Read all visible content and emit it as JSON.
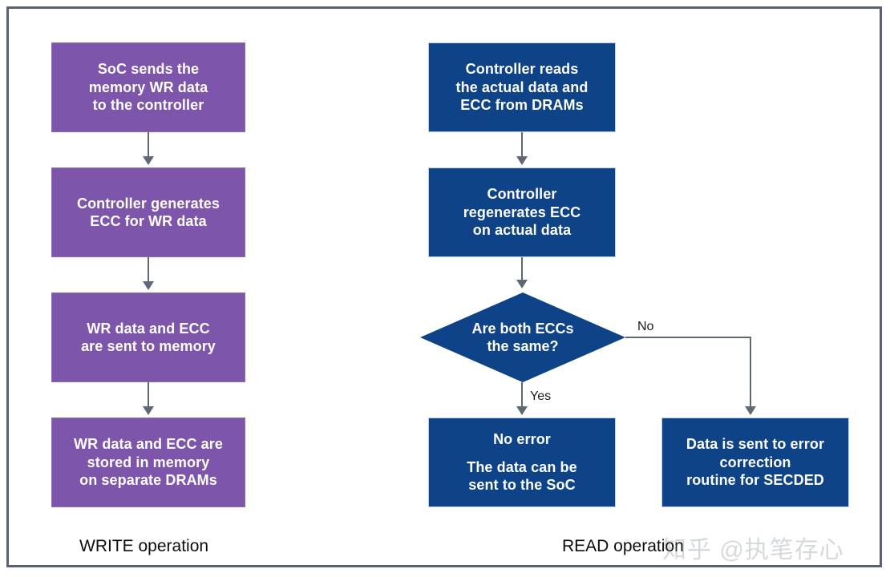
{
  "diagram": {
    "title_write": "WRITE operation",
    "title_read": "READ operation",
    "colors": {
      "write_node_fill": "#7d56ab",
      "write_node_border": "#8e6bb8",
      "read_node_fill": "#0e4487",
      "read_node_border": "#bcd2e8",
      "connector": "#5f6873",
      "frame_border": "#5a6271",
      "background": "#ffffff",
      "label_text": "#1a1a1a",
      "node_text": "#ffffff"
    },
    "write_flow": {
      "nodes": [
        {
          "id": "soc-sends",
          "lines": [
            "SoC sends the",
            "memory WR data",
            "to the controller"
          ]
        },
        {
          "id": "controller-generates-ecc",
          "lines": [
            "Controller generates",
            "ECC for WR data"
          ]
        },
        {
          "id": "wr-data-sent-to-memory",
          "lines": [
            "WR data and ECC",
            "are sent to memory"
          ]
        },
        {
          "id": "wr-data-stored",
          "lines": [
            "WR data and ECC are",
            "stored in memory",
            "on separate DRAMs"
          ]
        }
      ]
    },
    "read_flow": {
      "nodes": [
        {
          "id": "controller-reads",
          "lines": [
            "Controller reads",
            "the actual data and",
            "ECC from DRAMs"
          ]
        },
        {
          "id": "controller-regenerates-ecc",
          "lines": [
            "Controller",
            "regenerates ECC",
            "on actual data"
          ]
        },
        {
          "id": "no-error",
          "lines": [
            "No error",
            "",
            "The data can be",
            "sent to the SoC"
          ]
        },
        {
          "id": "error-correction",
          "lines": [
            "Data is sent to error",
            "correction",
            "routine for SECDED"
          ]
        }
      ],
      "decision": {
        "id": "are-both-eccs-the-same",
        "lines": [
          "Are both ECCs",
          "the same?"
        ]
      },
      "edge_labels": {
        "yes": "Yes",
        "no": "No"
      }
    },
    "watermark": "知乎 @执笔存心"
  }
}
